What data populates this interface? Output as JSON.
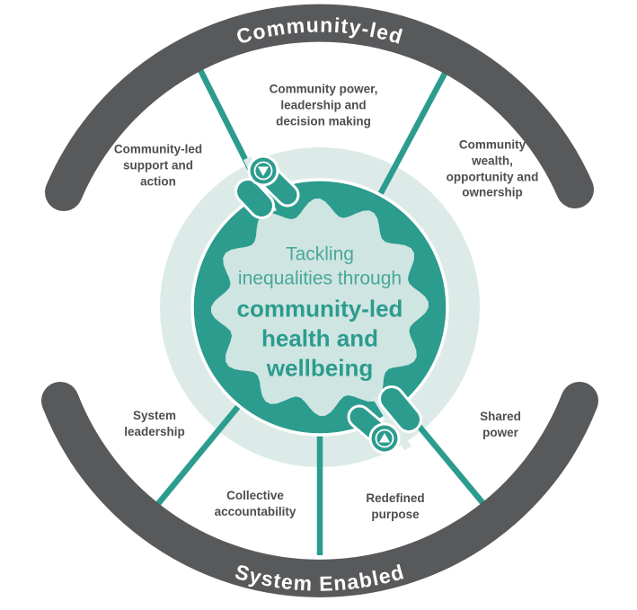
{
  "colors": {
    "teal": "#2b9c8e",
    "teal_subtitle": "#4aa79a",
    "halo": "#dcebe8",
    "center_fill": "#cfe5e1",
    "arc_gray": "#58595b",
    "label_text": "#4d4e50",
    "white": "#ffffff"
  },
  "outer_arcs": {
    "top_label": "Community-led",
    "bottom_label": "System Enabled"
  },
  "center": {
    "subtitle": "Tackling\ninequalities through",
    "title": "community-led\nhealth and\nwellbeing"
  },
  "labels": {
    "power": "Community power,\nleadership and\ndecision making",
    "support": "Community-led\nsupport and\naction",
    "wealth": "Community\nwealth,\nopportunity and\nownership",
    "system_leadership": "System\nleadership",
    "shared_power": "Shared\npower",
    "collective": "Collective\naccountability",
    "redefined": "Redefined\npurpose"
  },
  "icons": {
    "top_marker": "down-triangle-cycle-marker",
    "bottom_marker": "up-triangle-cycle-marker"
  }
}
